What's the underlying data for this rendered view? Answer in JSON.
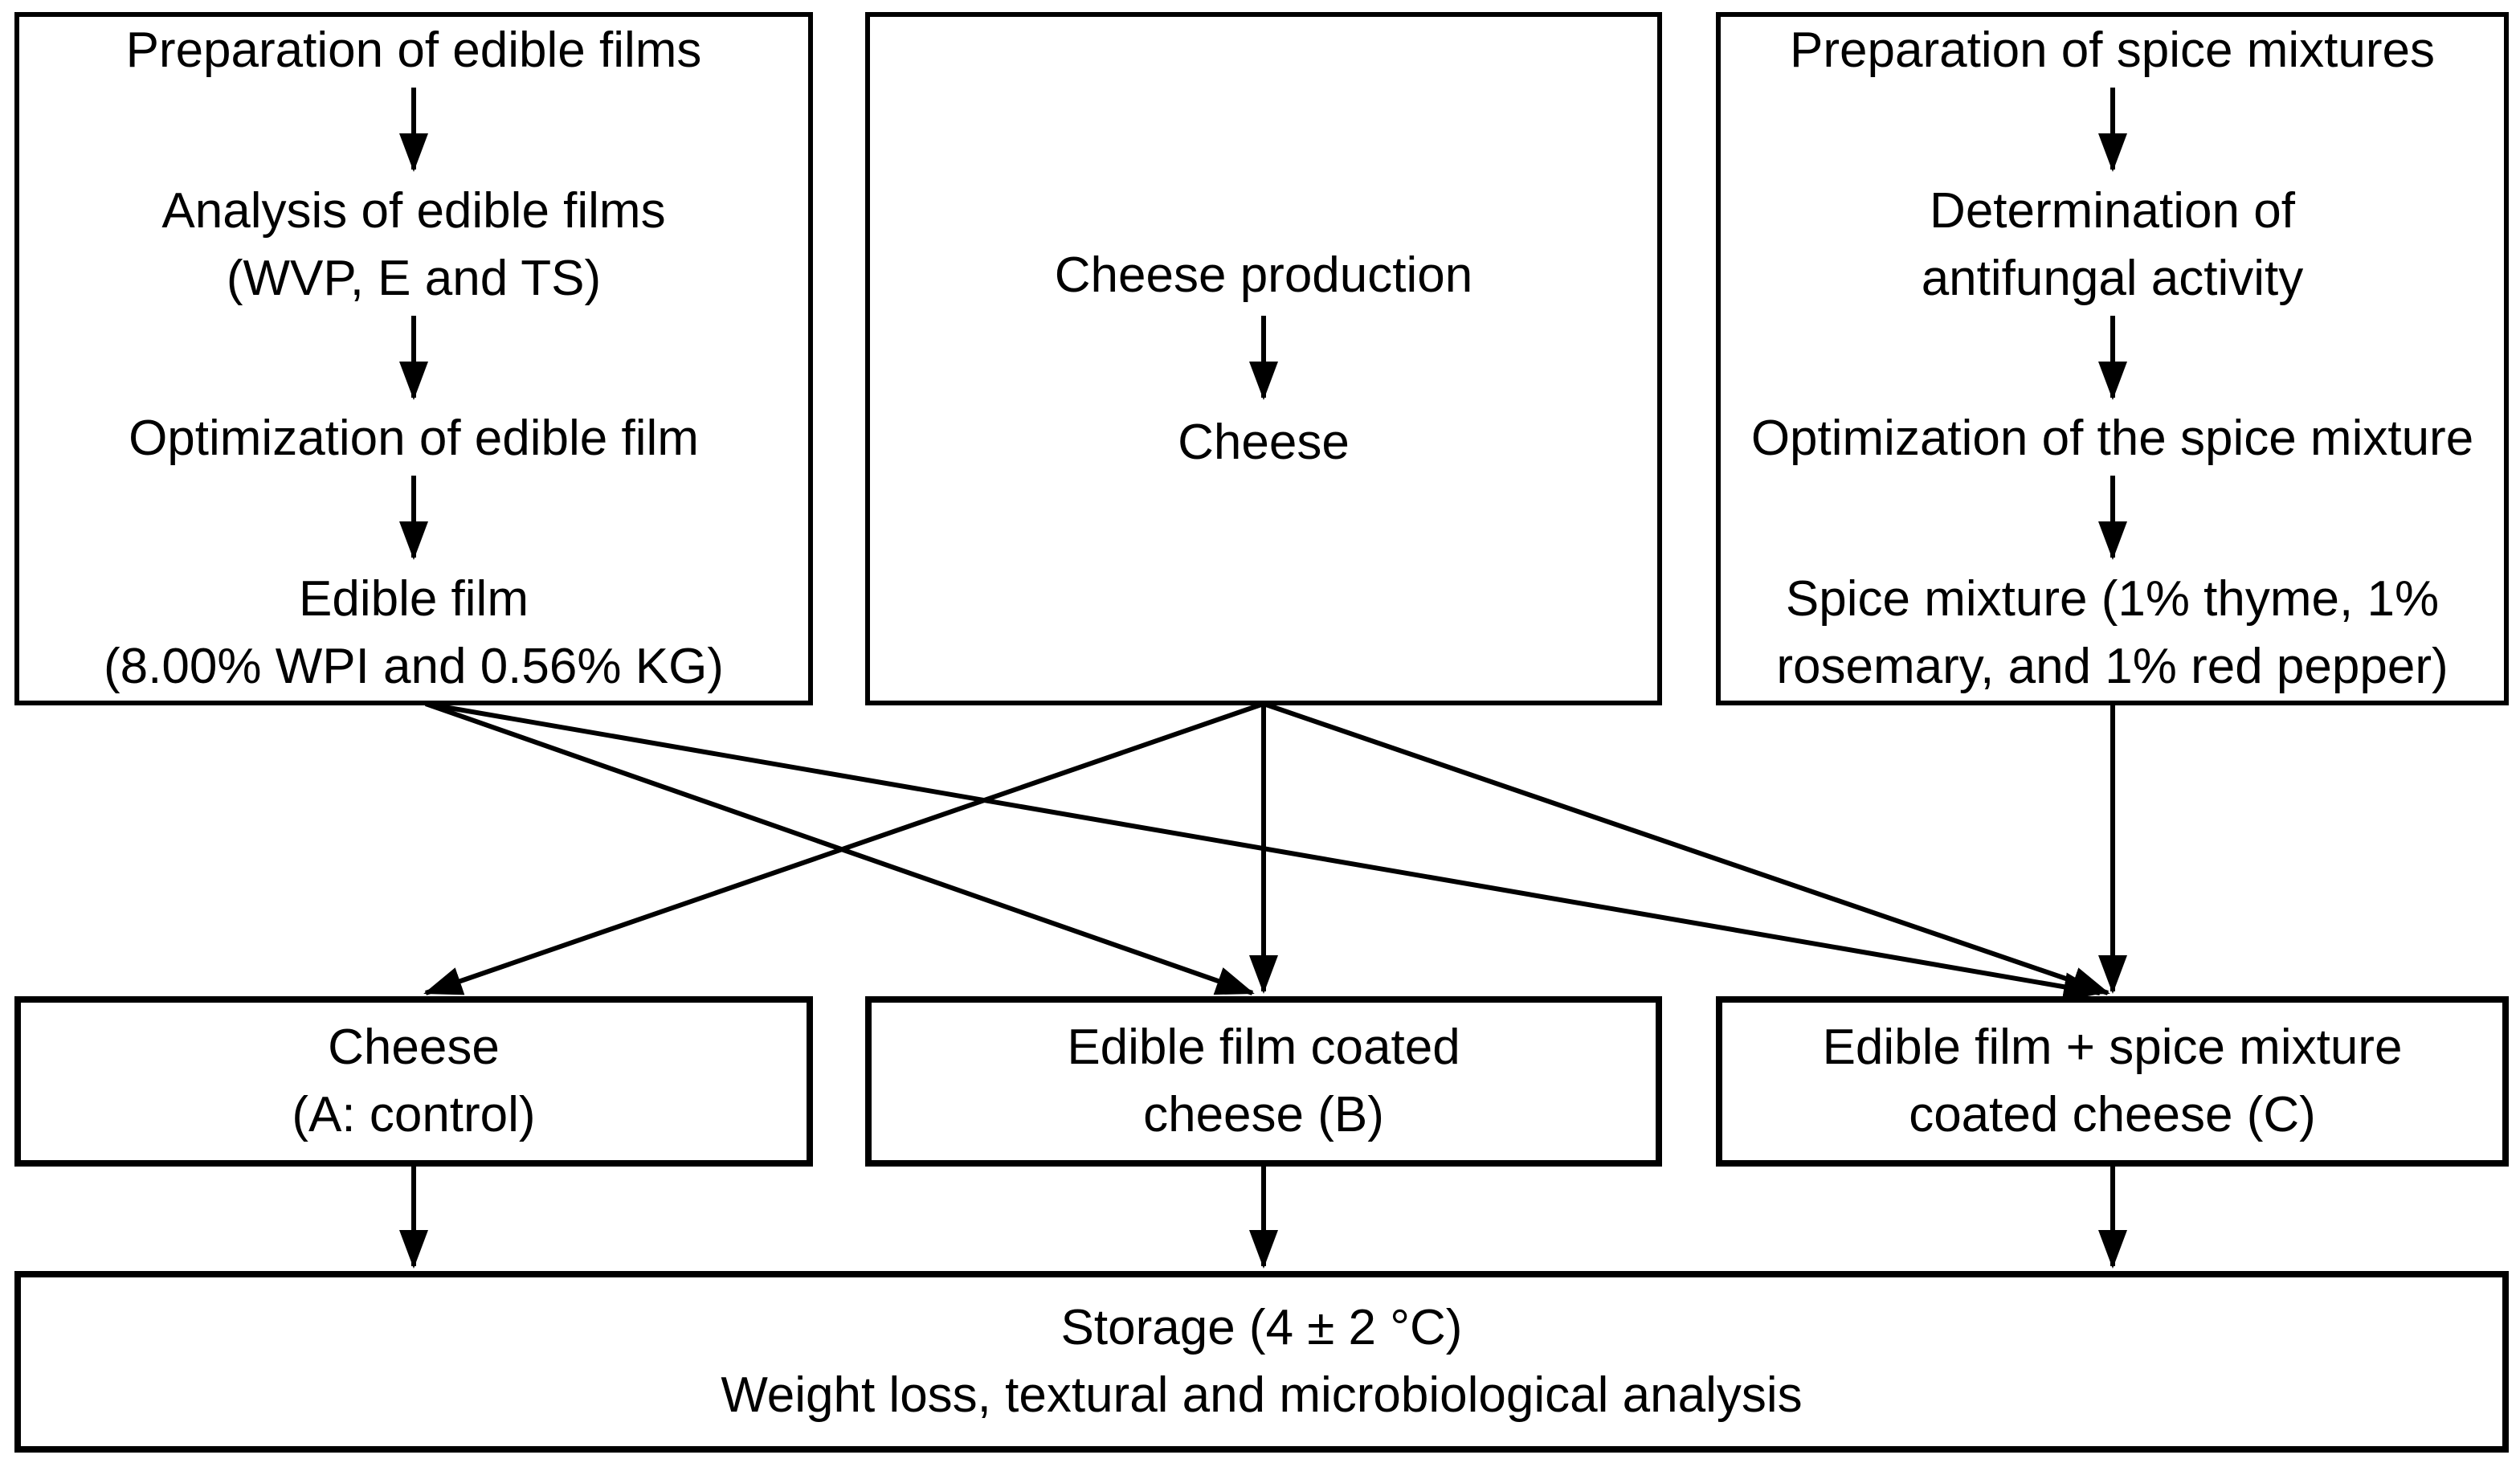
{
  "flowchart": {
    "colors": {
      "line": "#000000",
      "background": "#ffffff"
    },
    "top_left_box": {
      "step1": "Preparation of edible films",
      "step2_line1": "Analysis of edible films",
      "step2_line2": "(WVP, E and TS)",
      "step3": "Optimization of edible film",
      "step4_line1": "Edible film",
      "step4_line2": "(8.00% WPI and 0.56% KG)"
    },
    "top_center_box": {
      "step1": "Cheese production",
      "step2": "Cheese"
    },
    "top_right_box": {
      "step1": "Preparation of spice mixtures",
      "step2_line1": "Determination of",
      "step2_line2": "antifungal activity",
      "step3": "Optimization of the spice mixture",
      "step4_line1": "Spice mixture (1% thyme, 1%",
      "step4_line2": "rosemary, and 1% red pepper)"
    },
    "group_a_box": {
      "line1": "Cheese",
      "line2": "(A: control)"
    },
    "group_b_box": {
      "line1": "Edible film coated",
      "line2": "cheese (B)"
    },
    "group_c_box": {
      "line1": "Edible film + spice mixture",
      "line2": "coated cheese (C)"
    },
    "storage_box": {
      "line1": "Storage (4 ± 2 °C)",
      "line2": "Weight loss, textural and microbiological analysis"
    }
  }
}
